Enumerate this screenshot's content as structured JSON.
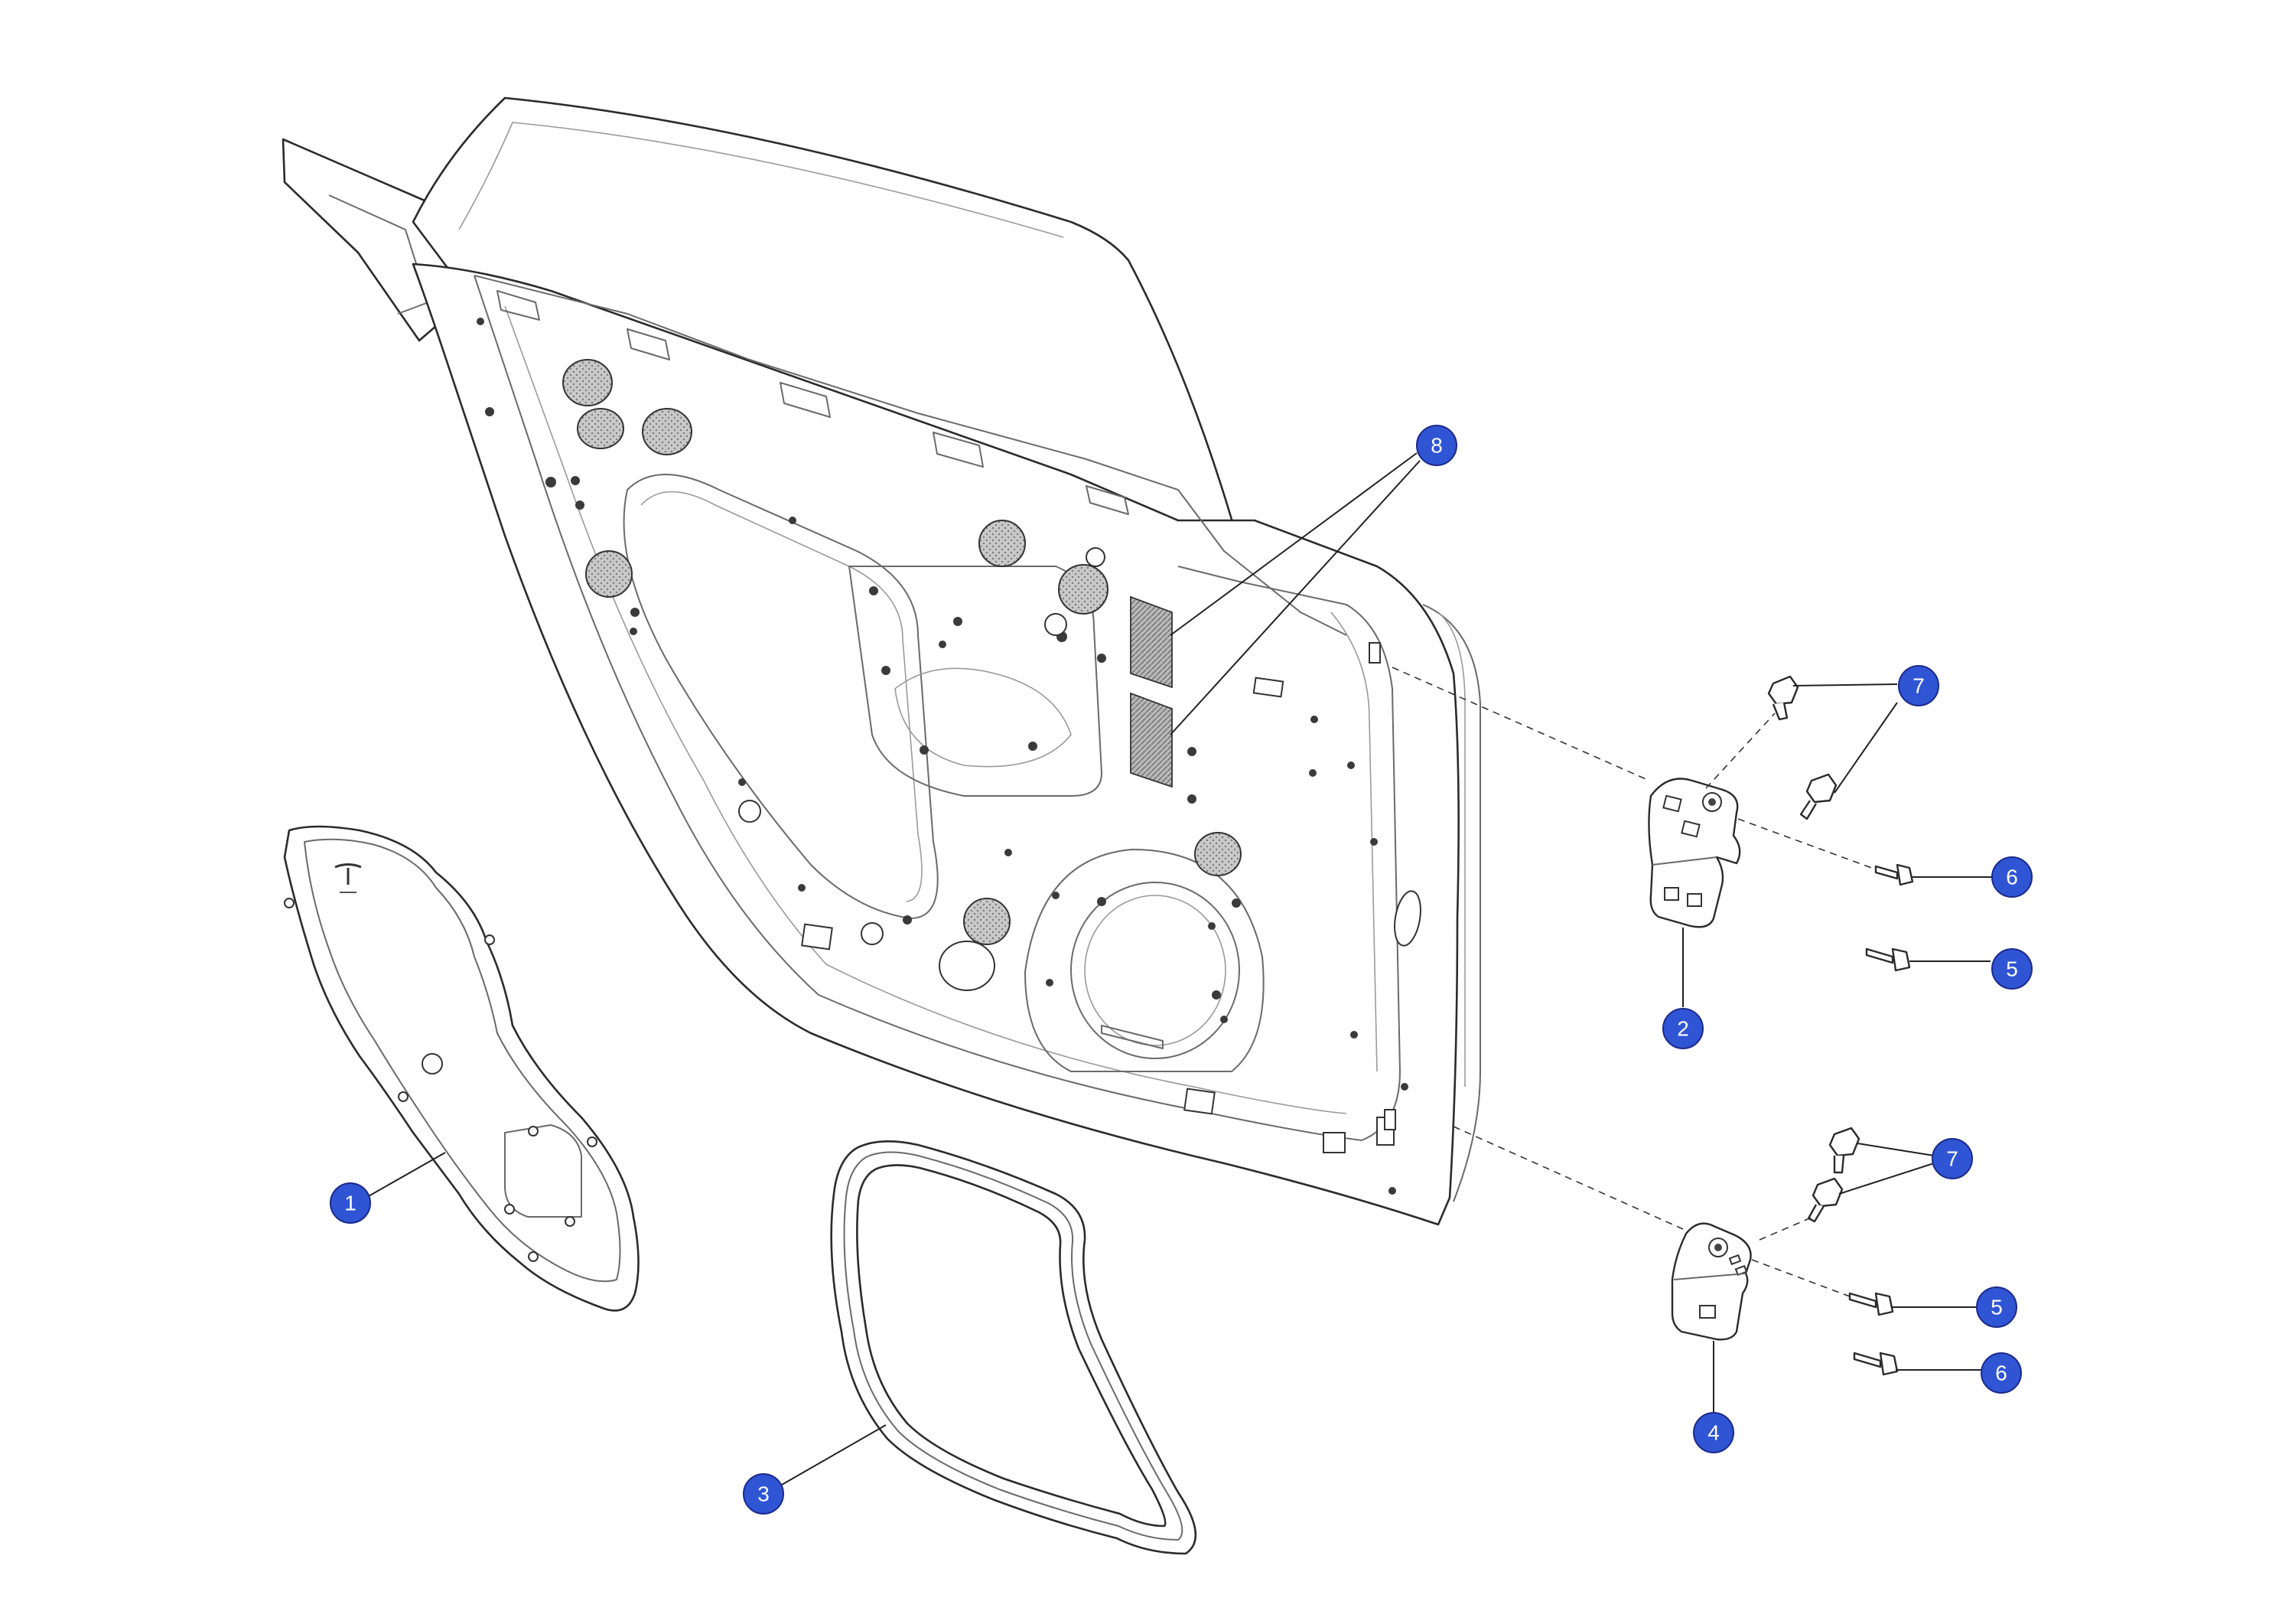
{
  "diagram": {
    "callout_color": "#2f55d4",
    "parts": [
      {
        "id": "callout-1",
        "label": "1"
      },
      {
        "id": "callout-2",
        "label": "2"
      },
      {
        "id": "callout-3",
        "label": "3"
      },
      {
        "id": "callout-4",
        "label": "4"
      },
      {
        "id": "callout-5a",
        "label": "5"
      },
      {
        "id": "callout-5b",
        "label": "5"
      },
      {
        "id": "callout-6a",
        "label": "6"
      },
      {
        "id": "callout-6b",
        "label": "6"
      },
      {
        "id": "callout-7a",
        "label": "7"
      },
      {
        "id": "callout-7b",
        "label": "7"
      },
      {
        "id": "callout-8",
        "label": "8"
      }
    ]
  }
}
